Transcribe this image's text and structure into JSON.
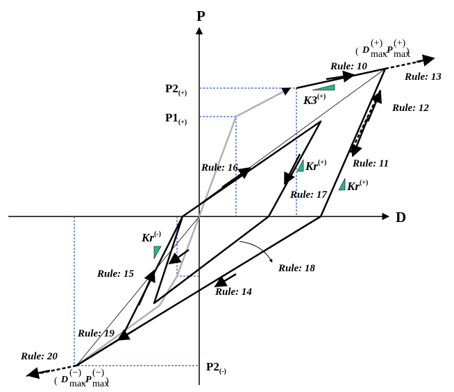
{
  "axes": {
    "y_label": "P",
    "x_label": "D"
  },
  "levels": {
    "p2_pos": "P2",
    "p2_pos_sub": "(+)",
    "p1_pos": "P1",
    "p1_pos_sub": "(+)",
    "p2_neg": "P2",
    "p2_neg_sub": "(-)"
  },
  "stiffness": {
    "k3_pos": "K3",
    "k3_pos_sup": "(+)",
    "kr_pos": "Kr",
    "kr_pos_sup": "(+)",
    "kr_neg": "Kr",
    "kr_neg_sup": "(-)"
  },
  "rules": {
    "r10": "Rule: 10",
    "r11": "Rule: 11",
    "r12": "Rule: 12",
    "r13": "Rule: 13",
    "r14": "Rule: 14",
    "r15": "Rule: 15",
    "r16": "Rule: 16",
    "r17": "Rule: 17",
    "r18": "Rule: 18",
    "r19": "Rule: 19",
    "r20": "Rule: 20"
  },
  "max_points": {
    "pos": {
      "d": "D",
      "d_sub": "max",
      "d_sup": "(+)",
      "p": "P",
      "p_sub": "max",
      "p_sup": "(+)"
    },
    "neg": {
      "d": "D",
      "d_sub": "max",
      "d_sup": "(−)",
      "p": "P",
      "p_sub": "max",
      "p_sup": "(−)"
    }
  },
  "colors": {
    "main": "#000000",
    "gray": "#b0b0b0",
    "guide": "#2a55d4",
    "marker": "#2eb38a"
  }
}
